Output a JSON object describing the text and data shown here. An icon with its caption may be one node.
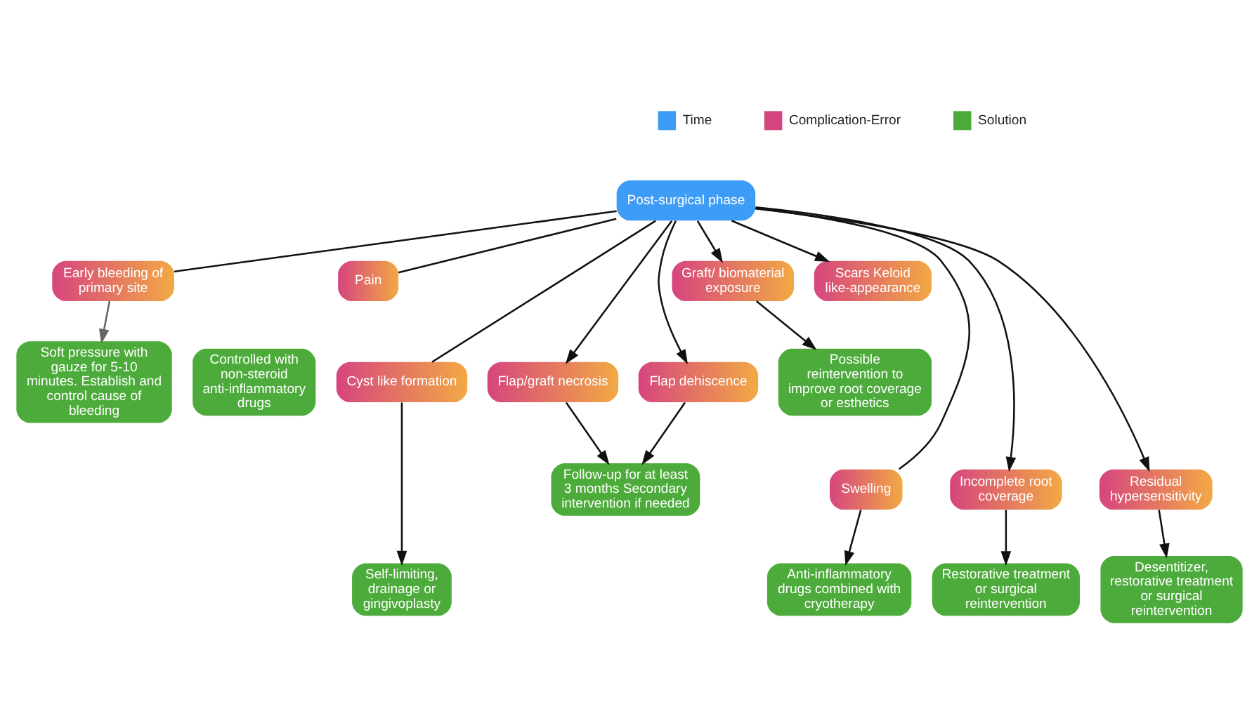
{
  "diagram": {
    "nodes": [
      {
        "text": [
          "Post-surgical phase"
        ]
      },
      {
        "text": [
          "Early bleeding of primary site"
        ]
      },
      {
        "text": [
          "Pain"
        ]
      },
      {
        "text": [
          "Soft pressure with gauze for 5-10 minutes. Establish and control cause of bleeding"
        ]
      },
      {
        "text": [
          "Controlled with non-steroid anti-inflammatory drugs"
        ]
      },
      {
        "text": [
          "Cyst like formation"
        ]
      },
      {
        "text": [
          "Flap/graft necrosis"
        ]
      },
      {
        "text": [
          "Flap dehiscence"
        ]
      },
      {
        "text": [
          "Graft/ biomaterial exposure"
        ]
      },
      {
        "text": [
          "Scars Keloid like-appearance"
        ]
      },
      {
        "text": [
          "Possible reintervention to improve root coverage or esthetics"
        ]
      },
      {
        "text": [
          "Swelling"
        ]
      },
      {
        "text": [
          "Follow-up for at least 3 months Secondary intervention if needed"
        ]
      },
      {
        "text": [
          "Incomplete root coverage"
        ]
      },
      {
        "text": [
          "Residual hypersensitivity"
        ]
      },
      {
        "text": [
          "Anti-inflammatory drugs combined with cryotherapy"
        ]
      },
      {
        "text": [
          "Self-limiting, drainage or gingivoplasty"
        ]
      },
      {
        "text": [
          "Restorative treatment or surgical reintervention"
        ]
      },
      {
        "text": [
          "Desentitizer, restorative treatment or surgical reintervention"
        ]
      }
    ],
    "edges": [
      {
        "from": 0,
        "to": 1,
        "arrow": "none"
      },
      {
        "from": 0,
        "to": 2,
        "arrow": "none"
      },
      {
        "from": 0,
        "to": 5,
        "arrow": "none"
      },
      {
        "from": 0,
        "to": 11,
        "arrow": "none"
      },
      {
        "from": 0,
        "to": 6,
        "arrow": "to"
      },
      {
        "from": 0,
        "to": 7,
        "arrow": "to"
      },
      {
        "from": 0,
        "to": 8,
        "arrow": "to"
      },
      {
        "from": 0,
        "to": 9,
        "arrow": "to"
      },
      {
        "from": 0,
        "to": 13,
        "arrow": "to"
      },
      {
        "from": 0,
        "to": 14,
        "arrow": "to"
      },
      {
        "from": 1,
        "to": 3,
        "arrow": "to",
        "color": "#666666"
      },
      {
        "from": 8,
        "to": 10,
        "arrow": "to"
      },
      {
        "from": 6,
        "to": 12,
        "arrow": "to"
      },
      {
        "from": 7,
        "to": 12,
        "arrow": "to"
      },
      {
        "from": 11,
        "to": 15,
        "arrow": "to"
      },
      {
        "from": 5,
        "to": 16,
        "arrow": "to"
      },
      {
        "from": 13,
        "to": 17,
        "arrow": "to"
      },
      {
        "from": 14,
        "to": 18,
        "arrow": "to"
      }
    ],
    "legend": [
      {
        "text": "Time",
        "color": "#3d9cf5"
      },
      {
        "text": "Complication-Error",
        "color": "#d6457e"
      },
      {
        "text": "Solution",
        "color": "#4cab3a"
      }
    ]
  }
}
